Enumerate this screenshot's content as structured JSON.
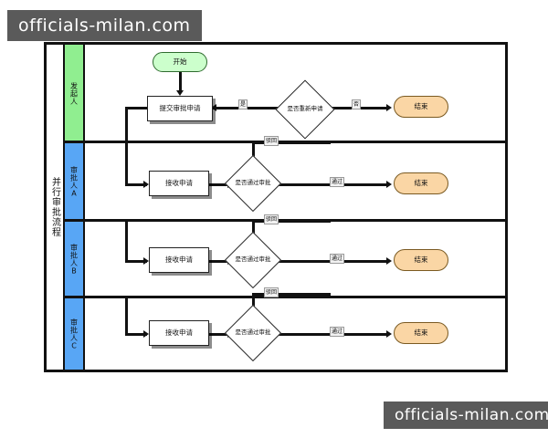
{
  "watermarks": {
    "top": "officials-milan.com",
    "bottom": "officials-milan.com"
  },
  "diagram": {
    "pool_title": "并行审批流程",
    "lanes": [
      {
        "id": "initiator",
        "label": "发起人",
        "color": "#90ee90"
      },
      {
        "id": "approver-a",
        "label": "审批人A",
        "color": "#58a6f5"
      },
      {
        "id": "approver-b",
        "label": "审批人B",
        "color": "#58a6f5"
      },
      {
        "id": "approver-c",
        "label": "审批人C",
        "color": "#58a6f5"
      }
    ],
    "nodes": {
      "start": "开始",
      "submit": "提交审批申请",
      "reapply_decision": "是否重新申请",
      "end_initiator": "结束",
      "receive_a": "接收申请",
      "decision_a": "是否通过审批",
      "end_a": "结束",
      "receive_b": "接收申请",
      "decision_b": "是否通过审批",
      "end_b": "结束",
      "receive_c": "接收申请",
      "decision_c": "是否通过审批",
      "end_c": "结束"
    },
    "edge_labels": {
      "reapply_yes": "是",
      "reapply_no": "否",
      "reject_a": "驳回",
      "pass_a": "通过",
      "reject_b": "驳回",
      "pass_b": "通过",
      "reject_c": "驳回",
      "pass_c": "通过"
    },
    "colors": {
      "start_fill": "#ccffcc",
      "end_fill": "#fad6a5",
      "initiator_lane": "#90ee90",
      "approver_lane": "#58a6f5",
      "line": "#111111"
    }
  }
}
